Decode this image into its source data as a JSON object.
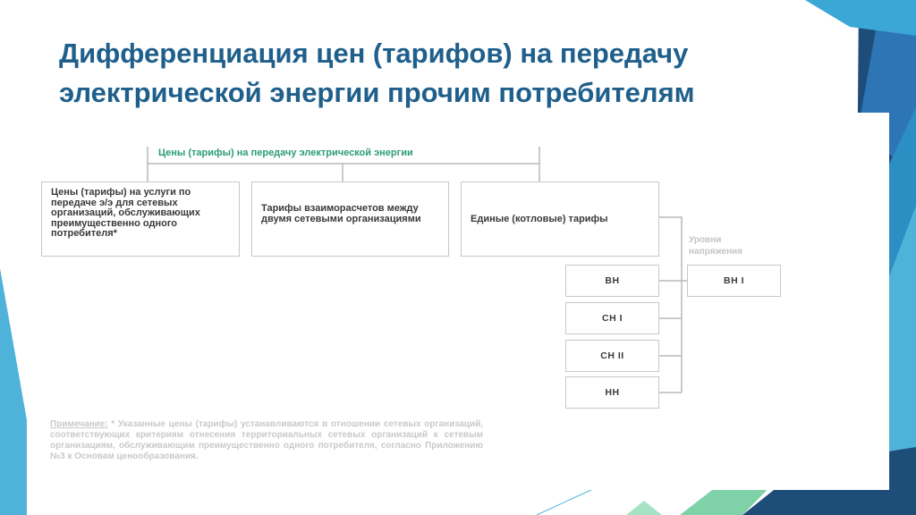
{
  "slide": {
    "title_line1": "Дифференциация цен (тарифов) на передачу",
    "title_line2": "электрической энергии прочим потребителям"
  },
  "diagram": {
    "root_label": "Цены (тарифы) на передачу электрической энергии",
    "boxes": {
      "network_services": "Цены (тарифы) на услуги по передаче э/э для сетевых организаций, обслуживающих преимущественно одного потребителя*",
      "mutual_settlements": "Тарифы взаиморасчетов между двумя сетевыми организациями",
      "unified_tariffs": "Единые (котловые) тарифы"
    },
    "voltage_levels_label_line1": "Уровни",
    "voltage_levels_label_line2": "напряжения",
    "levels": [
      "ВН",
      "СН I",
      "СН II",
      "НН"
    ],
    "level_extra": "ВН I"
  },
  "note": {
    "label": "Примечание:",
    "text": " * Указанные цены (тарифы) устанавливаются в отношении сетевых организаций, соответствующих критериям отнесения территориальных сетевых организаций к сетевым организациям, обслуживающим преимущественно одного потребителя, согласно Приложению №3 к Основам ценообразования."
  },
  "colors": {
    "title": "#1f5f8b",
    "root_label": "#2b9b78",
    "box_border": "#c8c8c8",
    "connector": "#b9b9b9",
    "accent_dark": "#1e4d7a",
    "accent_mid": "#2e75b6",
    "accent_light": "#4fb3d9",
    "accent_green": "#7fd1a8"
  }
}
